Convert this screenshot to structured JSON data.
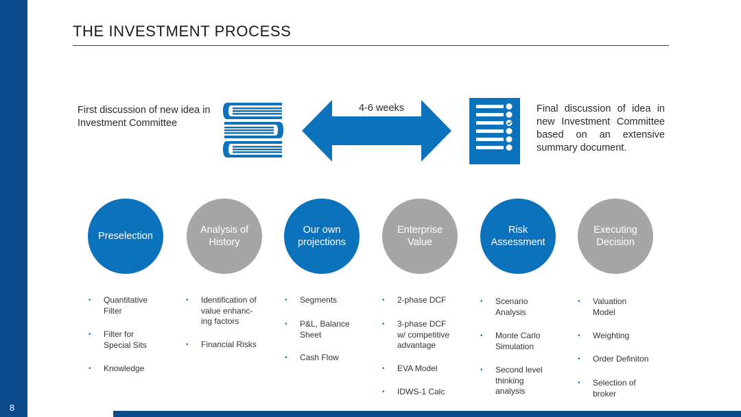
{
  "title": "THE INVESTMENT PROCESS",
  "page_number": "8",
  "colors": {
    "brand_blue": "#0d4a8c",
    "accent_blue": "#0c72bc",
    "grey": "#a6a6a6"
  },
  "timeline": {
    "left_text": "First discussion of new idea in Investment Committee",
    "duration": "4-6 weeks",
    "right_text": "Final discussion of idea in new Investment Committee based on an extensive summary document.",
    "icons": [
      "books-icon",
      "double-arrow-icon",
      "checklist-icon"
    ]
  },
  "steps": [
    {
      "label": "Preselection",
      "color": "blue",
      "bullets": [
        "Quantitative\nFilter",
        "Filter for\nSpecial Sits",
        "Knowledge"
      ]
    },
    {
      "label": "Analysis of\nHistory",
      "color": "grey",
      "bullets": [
        "Identification of\nvalue enhanc-\ning factors",
        "Financial Risks"
      ]
    },
    {
      "label": "Our own\nprojections",
      "color": "blue",
      "bullets": [
        "Segments",
        "P&L, Balance\nSheet",
        "Cash Flow"
      ]
    },
    {
      "label": "Enterprise\nValue",
      "color": "grey",
      "bullets": [
        "2-phase DCF",
        "3-phase DCF\nw/ competitive\nadvantage",
        "EVA Model",
        "IDWS-1 Calc"
      ]
    },
    {
      "label": "Risk\nAssessment",
      "color": "blue",
      "bullets": [
        "Scenario\nAnalysis",
        "Monte Carlo\nSimulation",
        "Second level\nthinking\nanalysis"
      ]
    },
    {
      "label": "Executing\nDecision",
      "color": "grey",
      "bullets": [
        "Valuation\nModel",
        "Weighting",
        "Order Definiton",
        "Selection of\nbroker"
      ]
    }
  ]
}
